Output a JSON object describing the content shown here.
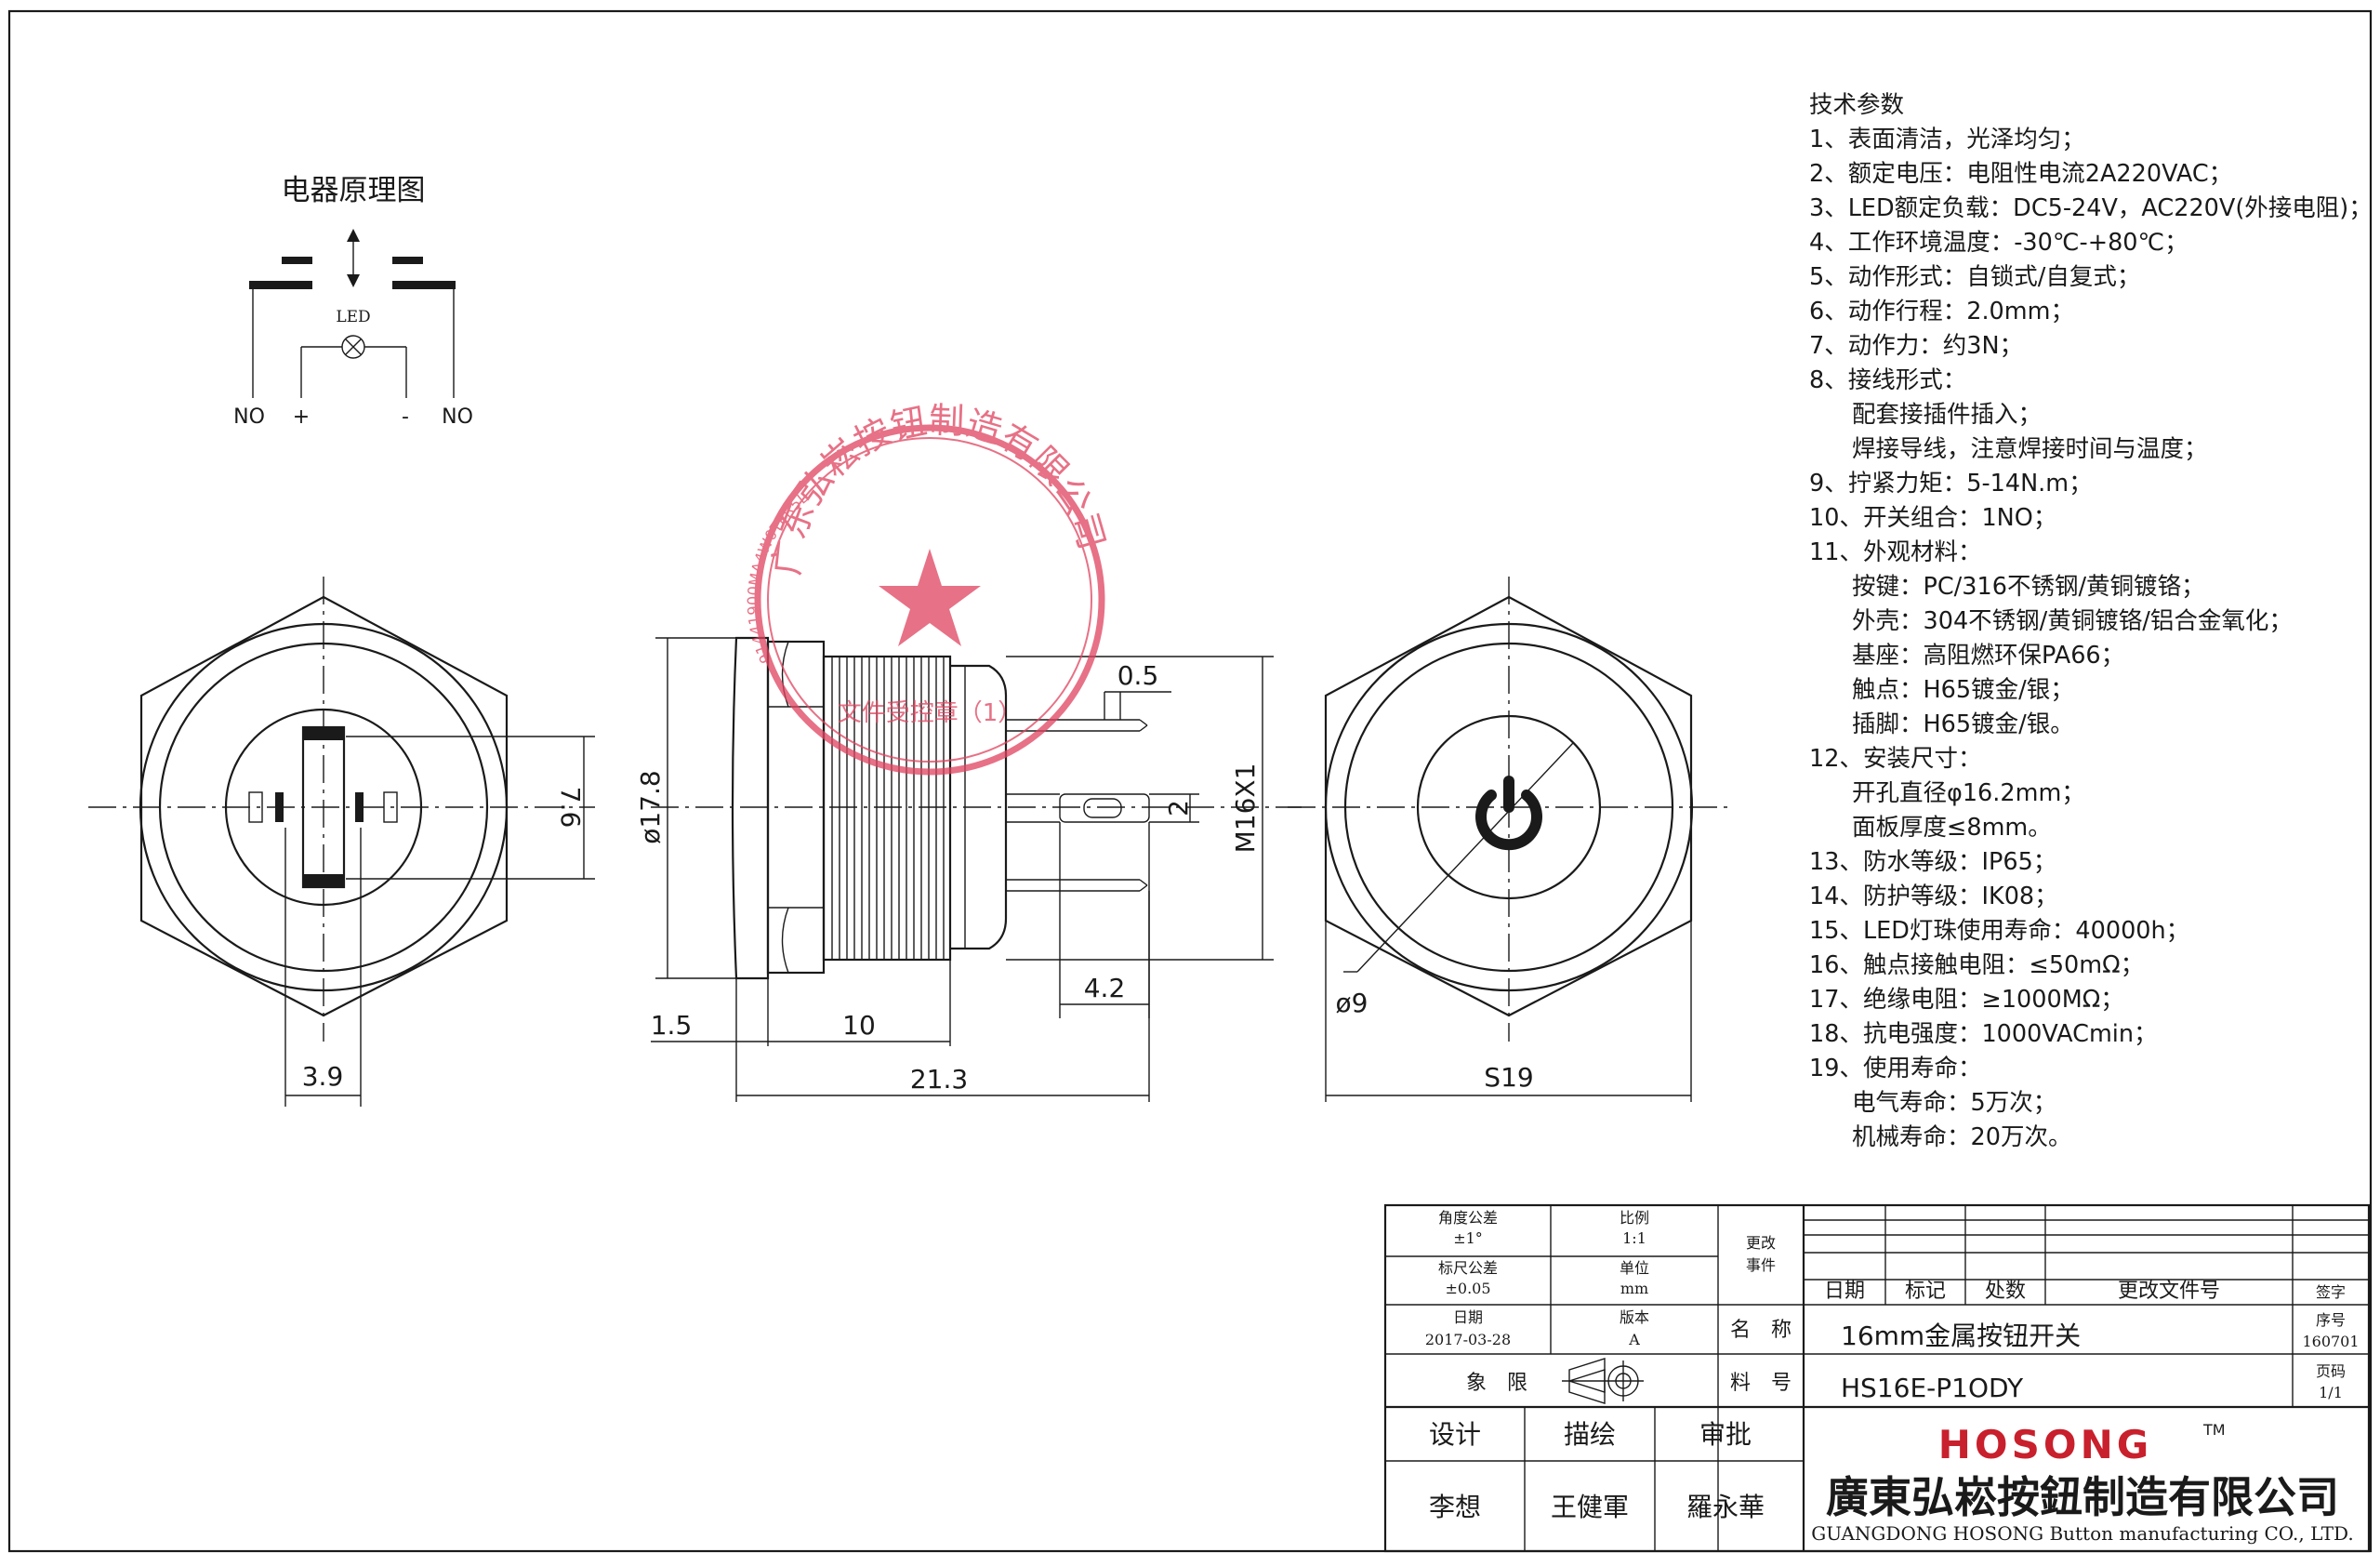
{
  "schematic": {
    "title": "电器原理图",
    "led": "LED",
    "no_left": "NO",
    "plus": "+",
    "minus": "-",
    "no_right": "NO"
  },
  "dimensions": {
    "d_7_6": "7.6",
    "d_3_9": "3.9",
    "d_phi17_8": "ø17.8",
    "d_0_5": "0.5",
    "d_2": "2",
    "d_m16": "M16X1",
    "d_4_2": "4.2",
    "d_1_5": "1.5",
    "d_10": "10",
    "d_21_3": "21.3",
    "d_phi9": "ø9",
    "d_s19": "S19"
  },
  "stamp": {
    "text": "广东弘崧按钮制造有限公司",
    "number": "91441900MA4W0TPR5L",
    "subtext": "文件受控章（1）"
  },
  "specs": [
    "技术参数",
    "1、表面清洁，光泽均匀；",
    "2、额定电压：电阻性电流2A220VAC；",
    "3、LED额定负载：DC5-24V，AC220V(外接电阻)；",
    "4、工作环境温度：-30℃-+80℃；",
    "5、动作形式：自锁式/自复式；",
    "6、动作行程：2.0mm；",
    "7、动作力：约3N；",
    "8、接线形式：",
    "    配套接插件插入；",
    "    焊接导线，注意焊接时间与温度；",
    "9、拧紧力矩：5-14N.m；",
    "10、开关组合：1NO；",
    "11、外观材料：",
    "    按键：PC/316不锈钢/黄铜镀铬；",
    "    外壳：304不锈钢/黄铜镀铬/铝合金氧化；",
    "    基座：高阻燃环保PA66；",
    "    触点：H65镀金/银；",
    "    插脚：H65镀金/银。",
    "12、安装尺寸：",
    "    开孔直径φ16.2mm；",
    "    面板厚度≤8mm。",
    "13、防水等级：IP65；",
    "14、防护等级：IK08；",
    "15、LED灯珠使用寿命：40000h；",
    "16、触点接触电阻：≤50mΩ；",
    "17、绝缘电阻：≥1000MΩ；",
    "18、抗电强度：1000VACmin；",
    "19、使用寿命：",
    "    电气寿命：5万次；",
    "    机械寿命：20万次。"
  ],
  "title_block": {
    "angle_tol_label": "角度公差",
    "angle_tol_value": "±1°",
    "scale_label": "比例",
    "scale_value": "1:1",
    "change_event_1": "更改",
    "change_event_2": "事件",
    "dim_tol_label": "标尺公差",
    "dim_tol_value": "±0.05",
    "unit_label": "单位",
    "unit_value": "mm",
    "date_label": "日期",
    "date_value": "2017-03-28",
    "version_label": "版本",
    "version_value": "A",
    "quadrant_label": "象　限",
    "name_label": "名　称",
    "name_value": "16mm金属按钮开关",
    "part_label": "料　号",
    "part_value": "HS16E-P1ODY",
    "hdr_date": "日期",
    "hdr_mark": "标记",
    "hdr_count": "处数",
    "hdr_docno": "更改文件号",
    "hdr_sign": "签字",
    "seq_label": "序号",
    "seq_value": "160701",
    "page_label": "页码",
    "page_value": "1/1",
    "design_label": "设计",
    "draw_label": "描绘",
    "approve_label": "审批",
    "designer": "李想",
    "drafter": "王健軍",
    "approver": "羅永華",
    "brand": "HOSONG",
    "tm": "TM",
    "company_cn": "廣東弘崧按鈕制造有限公司",
    "company_en": "GUANGDONG HOSONG Button manufacturing CO., LTD."
  }
}
